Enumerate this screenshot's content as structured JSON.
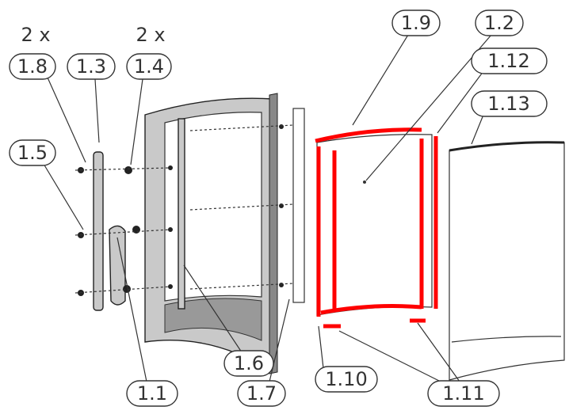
{
  "title": "Exploded door assembly diagram",
  "quantities": {
    "left": "2 x",
    "right": "2 x"
  },
  "callouts": {
    "c1_8": "1.8",
    "c1_3": "1.3",
    "c1_4": "1.4",
    "c1_5": "1.5",
    "c1_9": "1.9",
    "c1_2": "1.2",
    "c1_12": "1.12",
    "c1_13": "1.13",
    "c1_6": "1.6",
    "c1_1": "1.1",
    "c1_7": "1.7",
    "c1_10": "1.10",
    "c1_11": "1.11"
  },
  "colors": {
    "highlight": "#ff0000",
    "line": "#333333",
    "frame": "#c9c9c9"
  }
}
